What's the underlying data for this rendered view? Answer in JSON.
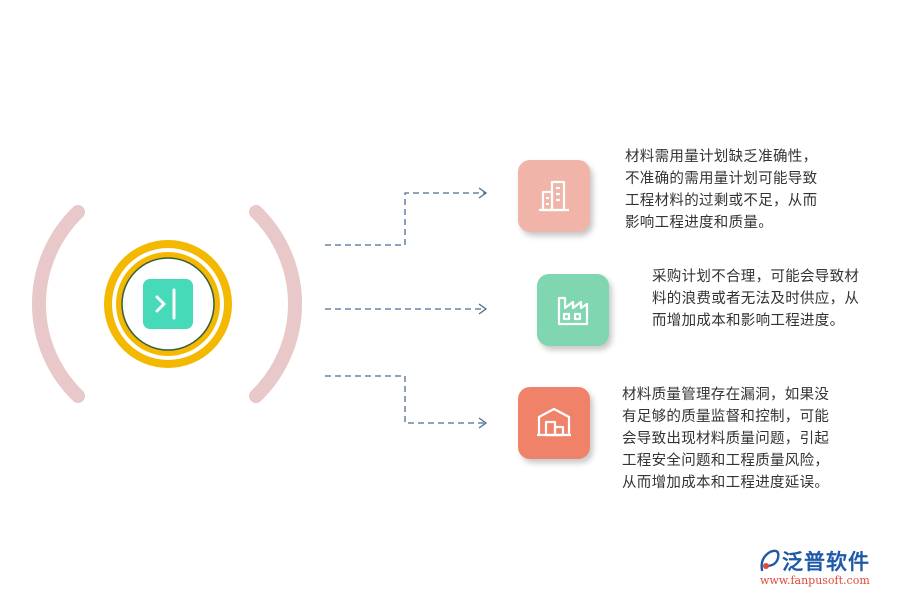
{
  "center": {
    "icon": "collapse-panel-icon",
    "colors": {
      "ring": "#f5b800",
      "bracket": "#e8c8c8",
      "core": "#46dab8"
    }
  },
  "items": [
    {
      "icon": "building-icon",
      "color": "#f0b4a8",
      "lines": [
        "材料需用量计划缺乏准确性，",
        "不准确的需用量计划可能导致",
        "工程材料的过剩或不足，从而",
        "影响工程进度和质量。"
      ]
    },
    {
      "icon": "factory-icon",
      "color": "#80d6b0",
      "lines": [
        "采购计划不合理，可能会导致材",
        "料的浪费或者无法及时供应，从",
        "而增加成本和影响工程进度。"
      ]
    },
    {
      "icon": "warehouse-icon",
      "color": "#f0826a",
      "lines": [
        "材料质量管理存在漏洞，如果没",
        "有足够的质量监督和控制，可能",
        "会导致出现材料质量问题，引起",
        "工程安全问题和工程质量风险，",
        "从而增加成本和工程进度延误。"
      ]
    }
  ],
  "brand": {
    "name": "泛普软件",
    "url": "www.fanpusoft.com",
    "icon": "fanpu-logo-icon"
  }
}
